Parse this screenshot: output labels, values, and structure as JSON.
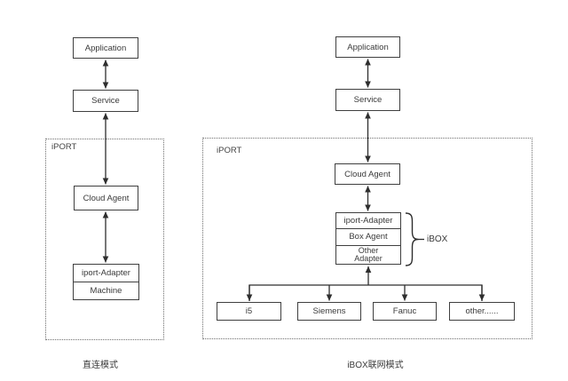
{
  "diagram": {
    "left": {
      "container_label": "iPORT",
      "caption": "直连模式",
      "boxes": {
        "application": "Application",
        "service": "Service",
        "cloud_agent": "Cloud Agent",
        "iport_adapter": "iport-Adapter",
        "machine": "Machine"
      }
    },
    "right": {
      "container_label": "iPORT",
      "caption": "iBOX联网模式",
      "brace_label": "iBOX",
      "boxes": {
        "application": "Application",
        "service": "Service",
        "cloud_agent": "Cloud Agent",
        "iport_adapter": "iport-Adapter",
        "box_agent": "Box Agent",
        "other_adapter": "Other\nAdapter"
      },
      "devices": [
        "i5",
        "Siemens",
        "Fanuc",
        "other......"
      ]
    },
    "colors": {
      "line": "#2e2e2e",
      "box_border": "#3f3f3f",
      "dashed_border": "#6f6f6f",
      "text": "#3a3a3a",
      "background": "#ffffff"
    }
  }
}
